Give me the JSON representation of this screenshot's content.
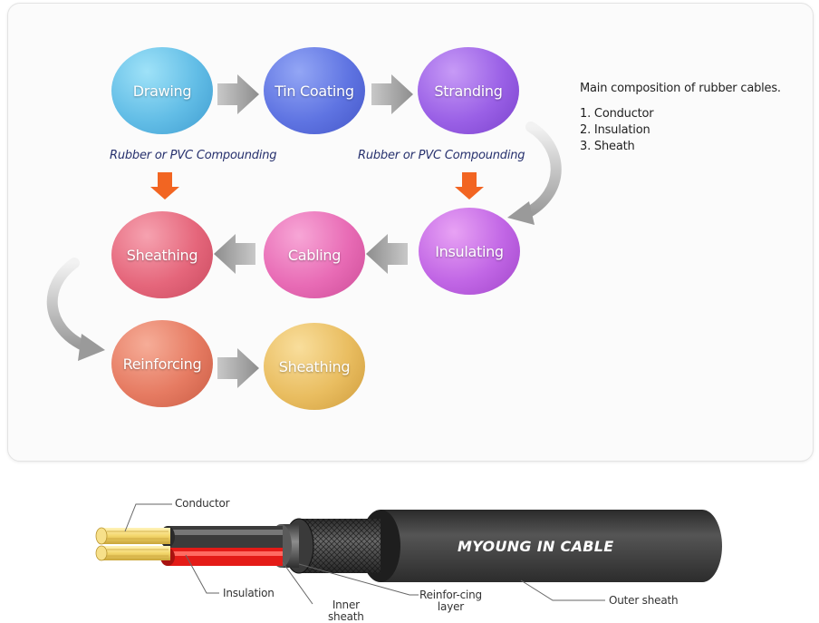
{
  "process": {
    "drawing": "Drawing",
    "tin_coating": "Tin Coating",
    "stranding": "Stranding",
    "insulating": "Insulating",
    "cabling": "Cabling",
    "sheathing_1": "Sheathing",
    "reinforcing": "Reinforcing",
    "sheathing_2": "Sheathing",
    "compound_left": "Rubber or PVC Compounding",
    "compound_right": "Rubber or PVC Compounding"
  },
  "composition": {
    "title": "Main composition of rubber cables.",
    "items": [
      "1. Conductor",
      "2. Insulation",
      "3. Sheath"
    ]
  },
  "cable": {
    "brand": "MYOUNG IN CABLE",
    "labels": {
      "conductor": "Conductor",
      "insulation": "Insulation",
      "inner_sheath_1": "Inner",
      "inner_sheath_2": "sheath",
      "reinforcing_1": "Reinfor-cing",
      "reinforcing_2": "layer",
      "outer_sheath": "Outer sheath"
    }
  },
  "colors": {
    "arrow_gray": "#9a9a9a",
    "arrow_orange": "#f26522",
    "compound_text": "#27316e",
    "insulation_red": "#e41b17",
    "conductor_gold": "#f3d66b",
    "cable_body": "#3d3d3d"
  }
}
